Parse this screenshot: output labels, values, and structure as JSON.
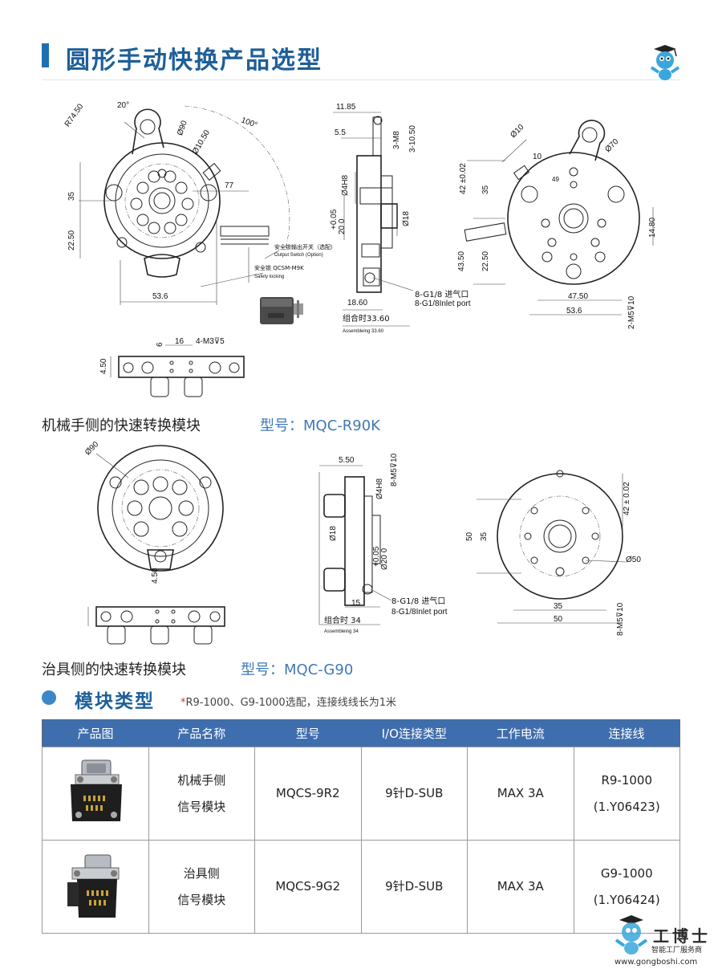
{
  "header": {
    "title": "圆形手动快换产品选型"
  },
  "robot_side": {
    "label": "机械手侧的快速转换模块",
    "model": "型号：MQC-R90K",
    "dims": [
      "R74.50",
      "20°",
      "Ø90",
      "Ø10.50",
      "100°",
      "77",
      "35",
      "22.50",
      "53.6",
      "11.85",
      "5.5",
      "3-M8",
      "3-10.50",
      "Ø4H8",
      "+0.05",
      "20 0",
      "Ø18",
      "18.60",
      "组合时33.60",
      "Assembleing 33.60",
      "8-G1/8 进气口",
      "8-G1/8Inlet port",
      "Ø10",
      "10",
      "Ø70",
      "49",
      "42 ±0.02",
      "35",
      "14.80",
      "43.50",
      "22.50",
      "47.50",
      "53.6",
      "2-M5⊽10",
      "6",
      "16",
      "4-M3⊽5",
      "4.50"
    ],
    "switch_cn": "安全锁输出开关（选配）",
    "switch_en": "Output Switch (Option)",
    "lock_cn": "安全锁 QCSM-M9K",
    "lock_en": "Safety locking"
  },
  "tool_side": {
    "label": "治具侧的快速转换模块",
    "model": "型号：MQC-G90",
    "dims": [
      "Ø90",
      "4.50",
      "5.50",
      "8-M5⊽10",
      "Ø4H8",
      "Ø18",
      "+0.05",
      "Ø20 0",
      "15",
      "8-G1/8 进气口",
      "8-G1/8Inlet port",
      "组合时 34",
      "Assembleing 34",
      "42 ± 0.02",
      "50",
      "35",
      "Ø50",
      "35",
      "50",
      "8-M5⊽10"
    ]
  },
  "modules": {
    "title": "模块类型",
    "note_star": "*",
    "note": "R9-1000、G9-1000选配，连接线线长为1米",
    "columns": [
      "产品图",
      "产品名称",
      "型号",
      "I/O连接类型",
      "工作电流",
      "连接线"
    ],
    "rows": [
      {
        "name_line1": "机械手侧",
        "name_line2": "信号模块",
        "model": "MQCS-9R2",
        "io": "9针D-SUB",
        "current": "MAX 3A",
        "cable_line1": "R9-1000",
        "cable_line2": "(1.Y06423)"
      },
      {
        "name_line1": "治具侧",
        "name_line2": "信号模块",
        "model": "MQCS-9G2",
        "io": "9针D-SUB",
        "current": "MAX 3A",
        "cable_line1": "G9-1000",
        "cable_line2": "(1.Y06424)"
      }
    ]
  },
  "watermark": {
    "brand": "工博士",
    "subtitle": "智能工厂服务商",
    "url": "www.gongboshi.com"
  }
}
